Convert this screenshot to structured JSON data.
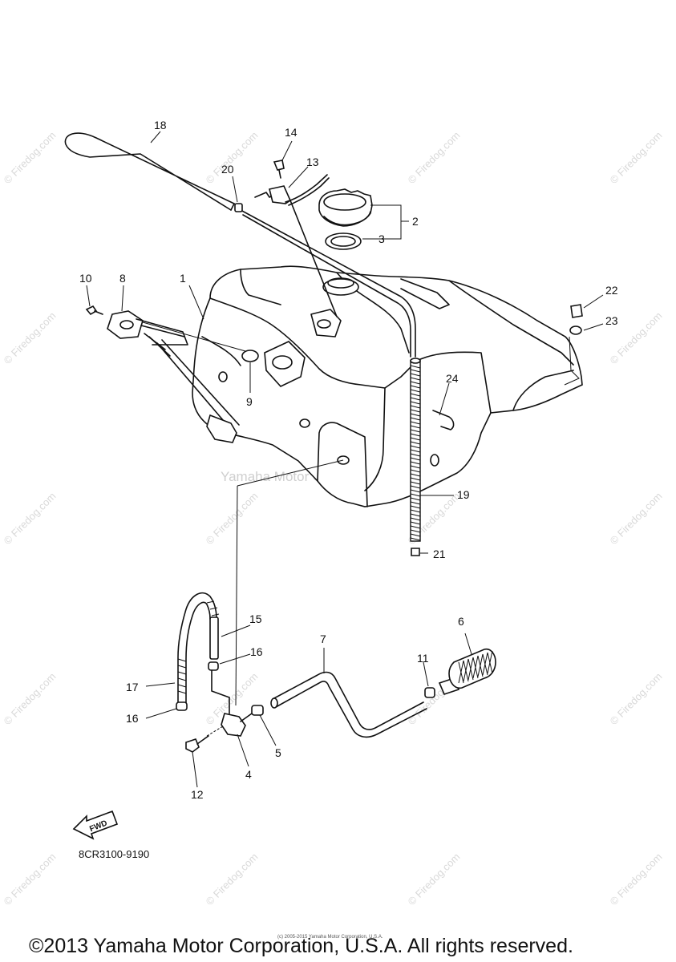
{
  "watermark": {
    "text": "© Firedog.com"
  },
  "center_watermark": "Yamaha Motor Corp. U.S.A.",
  "part_numbers": [
    "1",
    "2",
    "3",
    "4",
    "5",
    "6",
    "7",
    "8",
    "9",
    "10",
    "11",
    "12",
    "13",
    "14",
    "15",
    "16",
    "16",
    "17",
    "18",
    "19",
    "20",
    "21",
    "22",
    "23",
    "24"
  ],
  "diagram_code": "8CR3100-9190",
  "direction_label": "FWD",
  "small_notice": "(c) 2005-2015 Yamaha Motor Corporation, U.S.A.",
  "copyright": "©2013 Yamaha Motor Corporation, U.S.A. All rights reserved."
}
